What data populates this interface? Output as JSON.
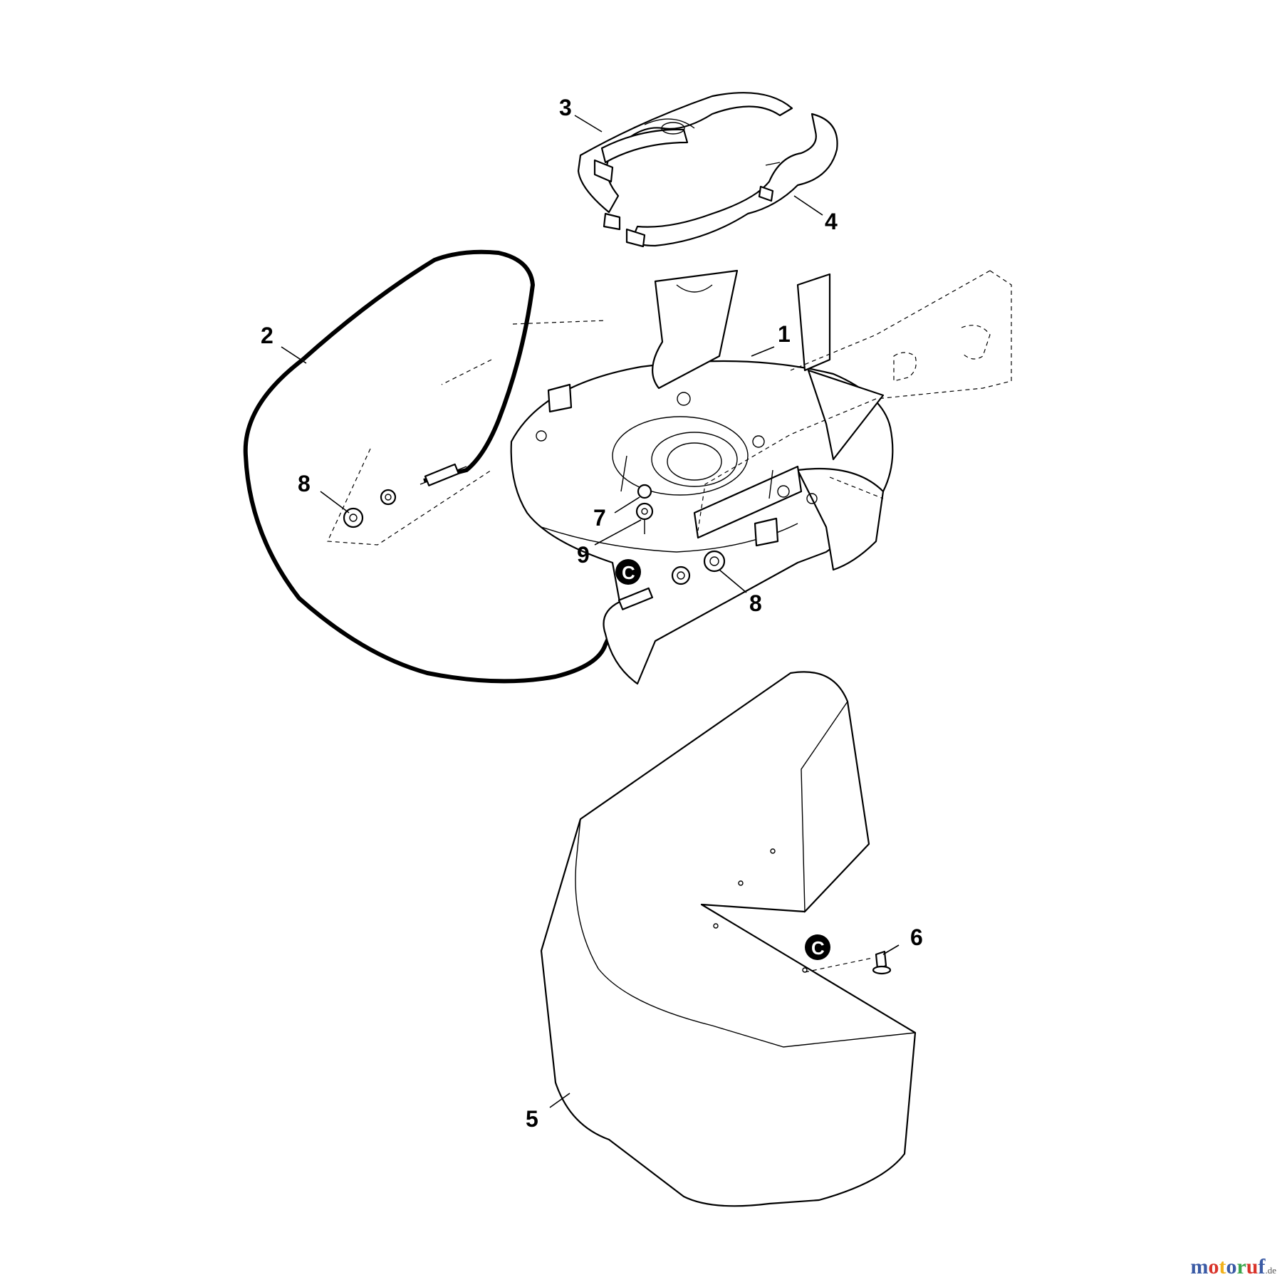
{
  "callouts": {
    "c1": "1",
    "c2": "2",
    "c3": "3",
    "c4": "4",
    "c5": "5",
    "c6": "6",
    "c7": "7",
    "c8a": "8",
    "c8b": "8",
    "c9": "9"
  },
  "marks": {
    "m1": "C",
    "m2": "C"
  },
  "watermark": {
    "letters": [
      "m",
      "o",
      "t",
      "o",
      "r",
      "u",
      "f"
    ],
    "colors": [
      "#3b5ba5",
      "#d9342b",
      "#f2b21b",
      "#3b5ba5",
      "#3aa54b",
      "#d9342b",
      "#3b5ba5"
    ],
    "suffix": ".de"
  }
}
